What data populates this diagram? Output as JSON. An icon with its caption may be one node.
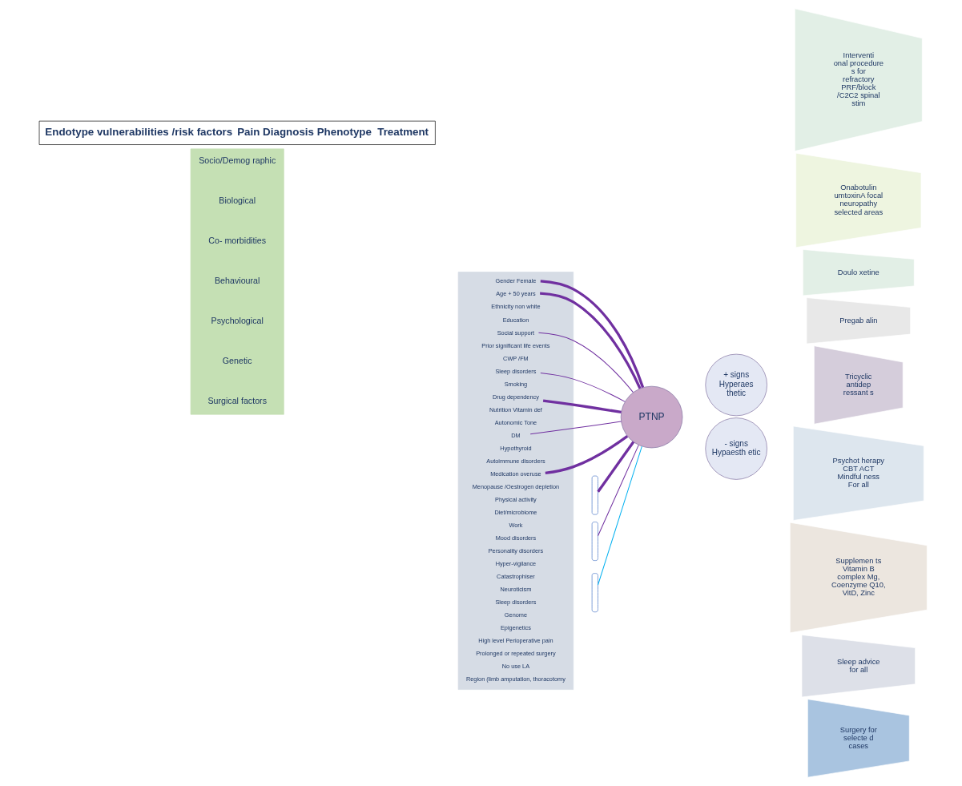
{
  "diagram": {
    "nodes": [
      {
        "text": [
          "Socio/Demog raphic",
          "Biological",
          "Co- morbidities",
          "Behavioural",
          "Psychological",
          "Genetic",
          "Surgical factors"
        ]
      },
      {
        "text": [],
        "shape": "bar"
      },
      {
        "text": [
          "Gender Female"
        ],
        "in": 1
      },
      {
        "text": [
          "Age + 50 years"
        ],
        "in": 1
      },
      {
        "text": [
          "Ethnicity non white"
        ],
        "in": 1
      },
      {
        "text": [
          "Education"
        ],
        "in": 1
      },
      {
        "text": [
          "Social support"
        ],
        "in": 1
      },
      {
        "text": [
          "Prior significant life events"
        ],
        "in": 1
      },
      {
        "text": [
          "CWP /FM"
        ],
        "in": 1
      },
      {
        "text": [
          "Sleep disorders"
        ],
        "in": 1
      },
      {
        "text": [
          "Smoking"
        ],
        "in": 1
      },
      {
        "text": [
          "Drug dependency"
        ],
        "in": 1
      },
      {
        "text": [
          "Nutrition Vitamin def"
        ],
        "in": 1
      },
      {
        "text": [
          "Autonomic Tone"
        ],
        "in": 1
      },
      {
        "text": [
          "DM"
        ],
        "in": 1
      },
      {
        "text": [
          "Hypothyroid"
        ],
        "in": 1
      },
      {
        "text": [
          "Autoimmune disorders"
        ],
        "in": 1
      },
      {
        "text": [
          "Medication overuse"
        ],
        "in": 1
      },
      {
        "text": [
          "Menopause /Oestrogen depletion"
        ],
        "in": 1
      },
      {
        "text": [
          "Physical activity"
        ],
        "in": 1
      },
      {
        "text": [
          "Diet/microbiome"
        ],
        "in": 1
      },
      {
        "text": [
          "Work"
        ],
        "in": 1
      },
      {
        "text": [
          "Mood disorders"
        ],
        "in": 1
      },
      {
        "text": [
          "Personality disorders"
        ],
        "in": 1
      },
      {
        "text": [
          "Hyper-vigilance"
        ],
        "in": 1
      },
      {
        "text": [
          "Catastrophiser"
        ],
        "in": 1
      },
      {
        "text": [
          "Neuroticism"
        ],
        "in": 1
      },
      {
        "text": [
          "Sleep disorders"
        ],
        "in": 1
      },
      {
        "text": [
          "Genome"
        ],
        "in": 1
      },
      {
        "text": [
          "Epigenetics"
        ],
        "in": 1
      },
      {
        "text": [
          "High level Perioperative pain"
        ],
        "in": 1
      },
      {
        "text": [
          "Prolonged or repeated surgery"
        ],
        "in": 1
      },
      {
        "text": [
          "No use LA"
        ],
        "in": 1
      },
      {
        "text": [
          "Region (limb amputation, thoracotomy"
        ],
        "in": 1
      },
      {
        "text": [],
        "shape": "bracket"
      },
      {
        "text": [],
        "shape": "bracket"
      },
      {
        "text": [],
        "shape": "bracket"
      },
      {
        "text": [
          "PTNP"
        ]
      },
      {
        "text": [
          "+ signs",
          "Hyperaes thetic"
        ]
      },
      {
        "text": [
          "- signs",
          "Hypaesth etic"
        ]
      },
      {
        "text": [
          "Interventi onal procedure s for refractory PRF/block /C2C2 spinal stim"
        ]
      },
      {
        "text": [
          "Onabotulin umtoxinA focal neuropathy selected areas"
        ]
      },
      {
        "text": [
          "Doulo xetine"
        ]
      },
      {
        "text": [
          "Pregab alin"
        ]
      },
      {
        "text": [
          "Tricyclic antidep ressant s"
        ]
      },
      {
        "text": [
          "Psychot herapy CBT ACT Mindful ness For all"
        ]
      },
      {
        "text": [
          "Supplemen ts Vitamin B complex Mg, Coenzyme Q10, VitD, Zinc"
        ]
      },
      {
        "text": [
          "Sleep advice for all"
        ]
      },
      {
        "text": [
          "Surgery for selecte d cases"
        ]
      }
    ],
    "edges": [
      {
        "from": 2,
        "to": 37,
        "arrow": "none",
        "style": "thick"
      },
      {
        "from": 3,
        "to": 37,
        "arrow": "none",
        "style": "thick"
      },
      {
        "from": 6,
        "to": 37,
        "arrow": "none"
      },
      {
        "from": 9,
        "to": 37,
        "arrow": "none"
      },
      {
        "from": 11,
        "to": 37,
        "arrow": "none",
        "style": "thick"
      },
      {
        "from": 14,
        "to": 37,
        "arrow": "none"
      },
      {
        "from": 17,
        "to": 37,
        "arrow": "none",
        "style": "thick"
      },
      {
        "from": 34,
        "to": 37,
        "arrow": "none",
        "style": "thick"
      },
      {
        "from": 35,
        "to": 37,
        "arrow": "none"
      },
      {
        "from": 36,
        "to": 37,
        "arrow": "none",
        "color": "#00b0f0"
      }
    ],
    "labels": [
      "Endotype vulnerabilities /risk factors",
      "Pain Diagnosis Phenotype",
      "Treatment"
    ]
  }
}
